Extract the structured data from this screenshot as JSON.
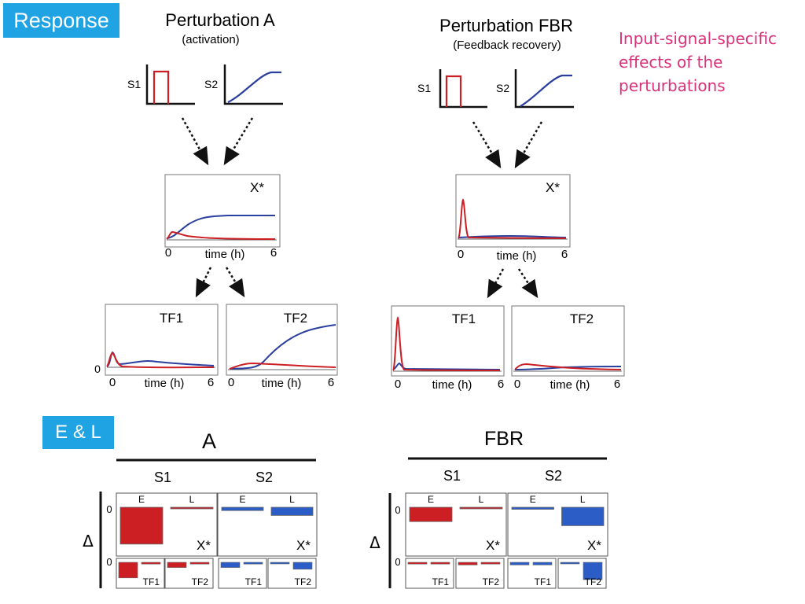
{
  "badges": {
    "response": "Response",
    "el": "E & L"
  },
  "note": "Input-signal-specific effects of the perturbations",
  "colors": {
    "red": "#cc1f24",
    "blue": "#2a3f9e",
    "fill_blue": "#2c5cc6",
    "badge": "#1fa3e3",
    "note": "#d9317a"
  },
  "response": {
    "panels": [
      {
        "id": "A",
        "title": "Perturbation A",
        "subtitle": "(activation)",
        "s1": "S1",
        "s2": "S2",
        "x_label": "X*",
        "tf1_label": "TF1",
        "tf2_label": "TF2",
        "time_label": "time (h)",
        "tick_start": "0",
        "tick_end": "6",
        "y_zero": "0"
      },
      {
        "id": "FBR",
        "title": "Perturbation FBR",
        "subtitle": "(Feedback recovery)",
        "s1": "S1",
        "s2": "S2",
        "x_label": "X*",
        "tf1_label": "TF1",
        "tf2_label": "TF2",
        "time_label": "time (h)",
        "tick_start": "0",
        "tick_end": "6",
        "y_zero": ""
      }
    ]
  },
  "el": {
    "delta": "Δ",
    "zero": "0",
    "groups": [
      {
        "title": "A",
        "signals": [
          {
            "name": "S1",
            "e": "E",
            "l": "L",
            "x": "X*",
            "tf1": "TF1",
            "tf2": "TF2",
            "x_bars": {
              "E": -0.9,
              "L": -0.02
            },
            "tf1_bars": {
              "E": -0.9,
              "L": -0.1
            },
            "tf2_bars": {
              "E": -0.3,
              "L": -0.1
            }
          },
          {
            "name": "S2",
            "e": "E",
            "l": "L",
            "x": "X*",
            "tf1": "TF1",
            "tf2": "TF2",
            "x_bars": {
              "E": -0.08,
              "L": -0.2
            },
            "tf1_bars": {
              "E": -0.3,
              "L": -0.1
            },
            "tf2_bars": {
              "E": -0.05,
              "L": -0.4
            }
          }
        ]
      },
      {
        "title": "FBR",
        "signals": [
          {
            "name": "S1",
            "e": "E",
            "l": "L",
            "x": "X*",
            "tf1": "TF1",
            "tf2": "TF2",
            "x_bars": {
              "E": -0.35,
              "L": -0.01
            },
            "tf1_bars": {
              "E": -0.1,
              "L": -0.1
            },
            "tf2_bars": {
              "E": -0.15,
              "L": -0.1
            }
          },
          {
            "name": "S2",
            "e": "E",
            "l": "L",
            "x": "X*",
            "tf1": "TF1",
            "tf2": "TF2",
            "x_bars": {
              "E": -0.05,
              "L": -0.45
            },
            "tf1_bars": {
              "E": -0.15,
              "L": -0.15
            },
            "tf2_bars": {
              "E": -0.02,
              "L": -1.0
            }
          }
        ]
      }
    ]
  }
}
